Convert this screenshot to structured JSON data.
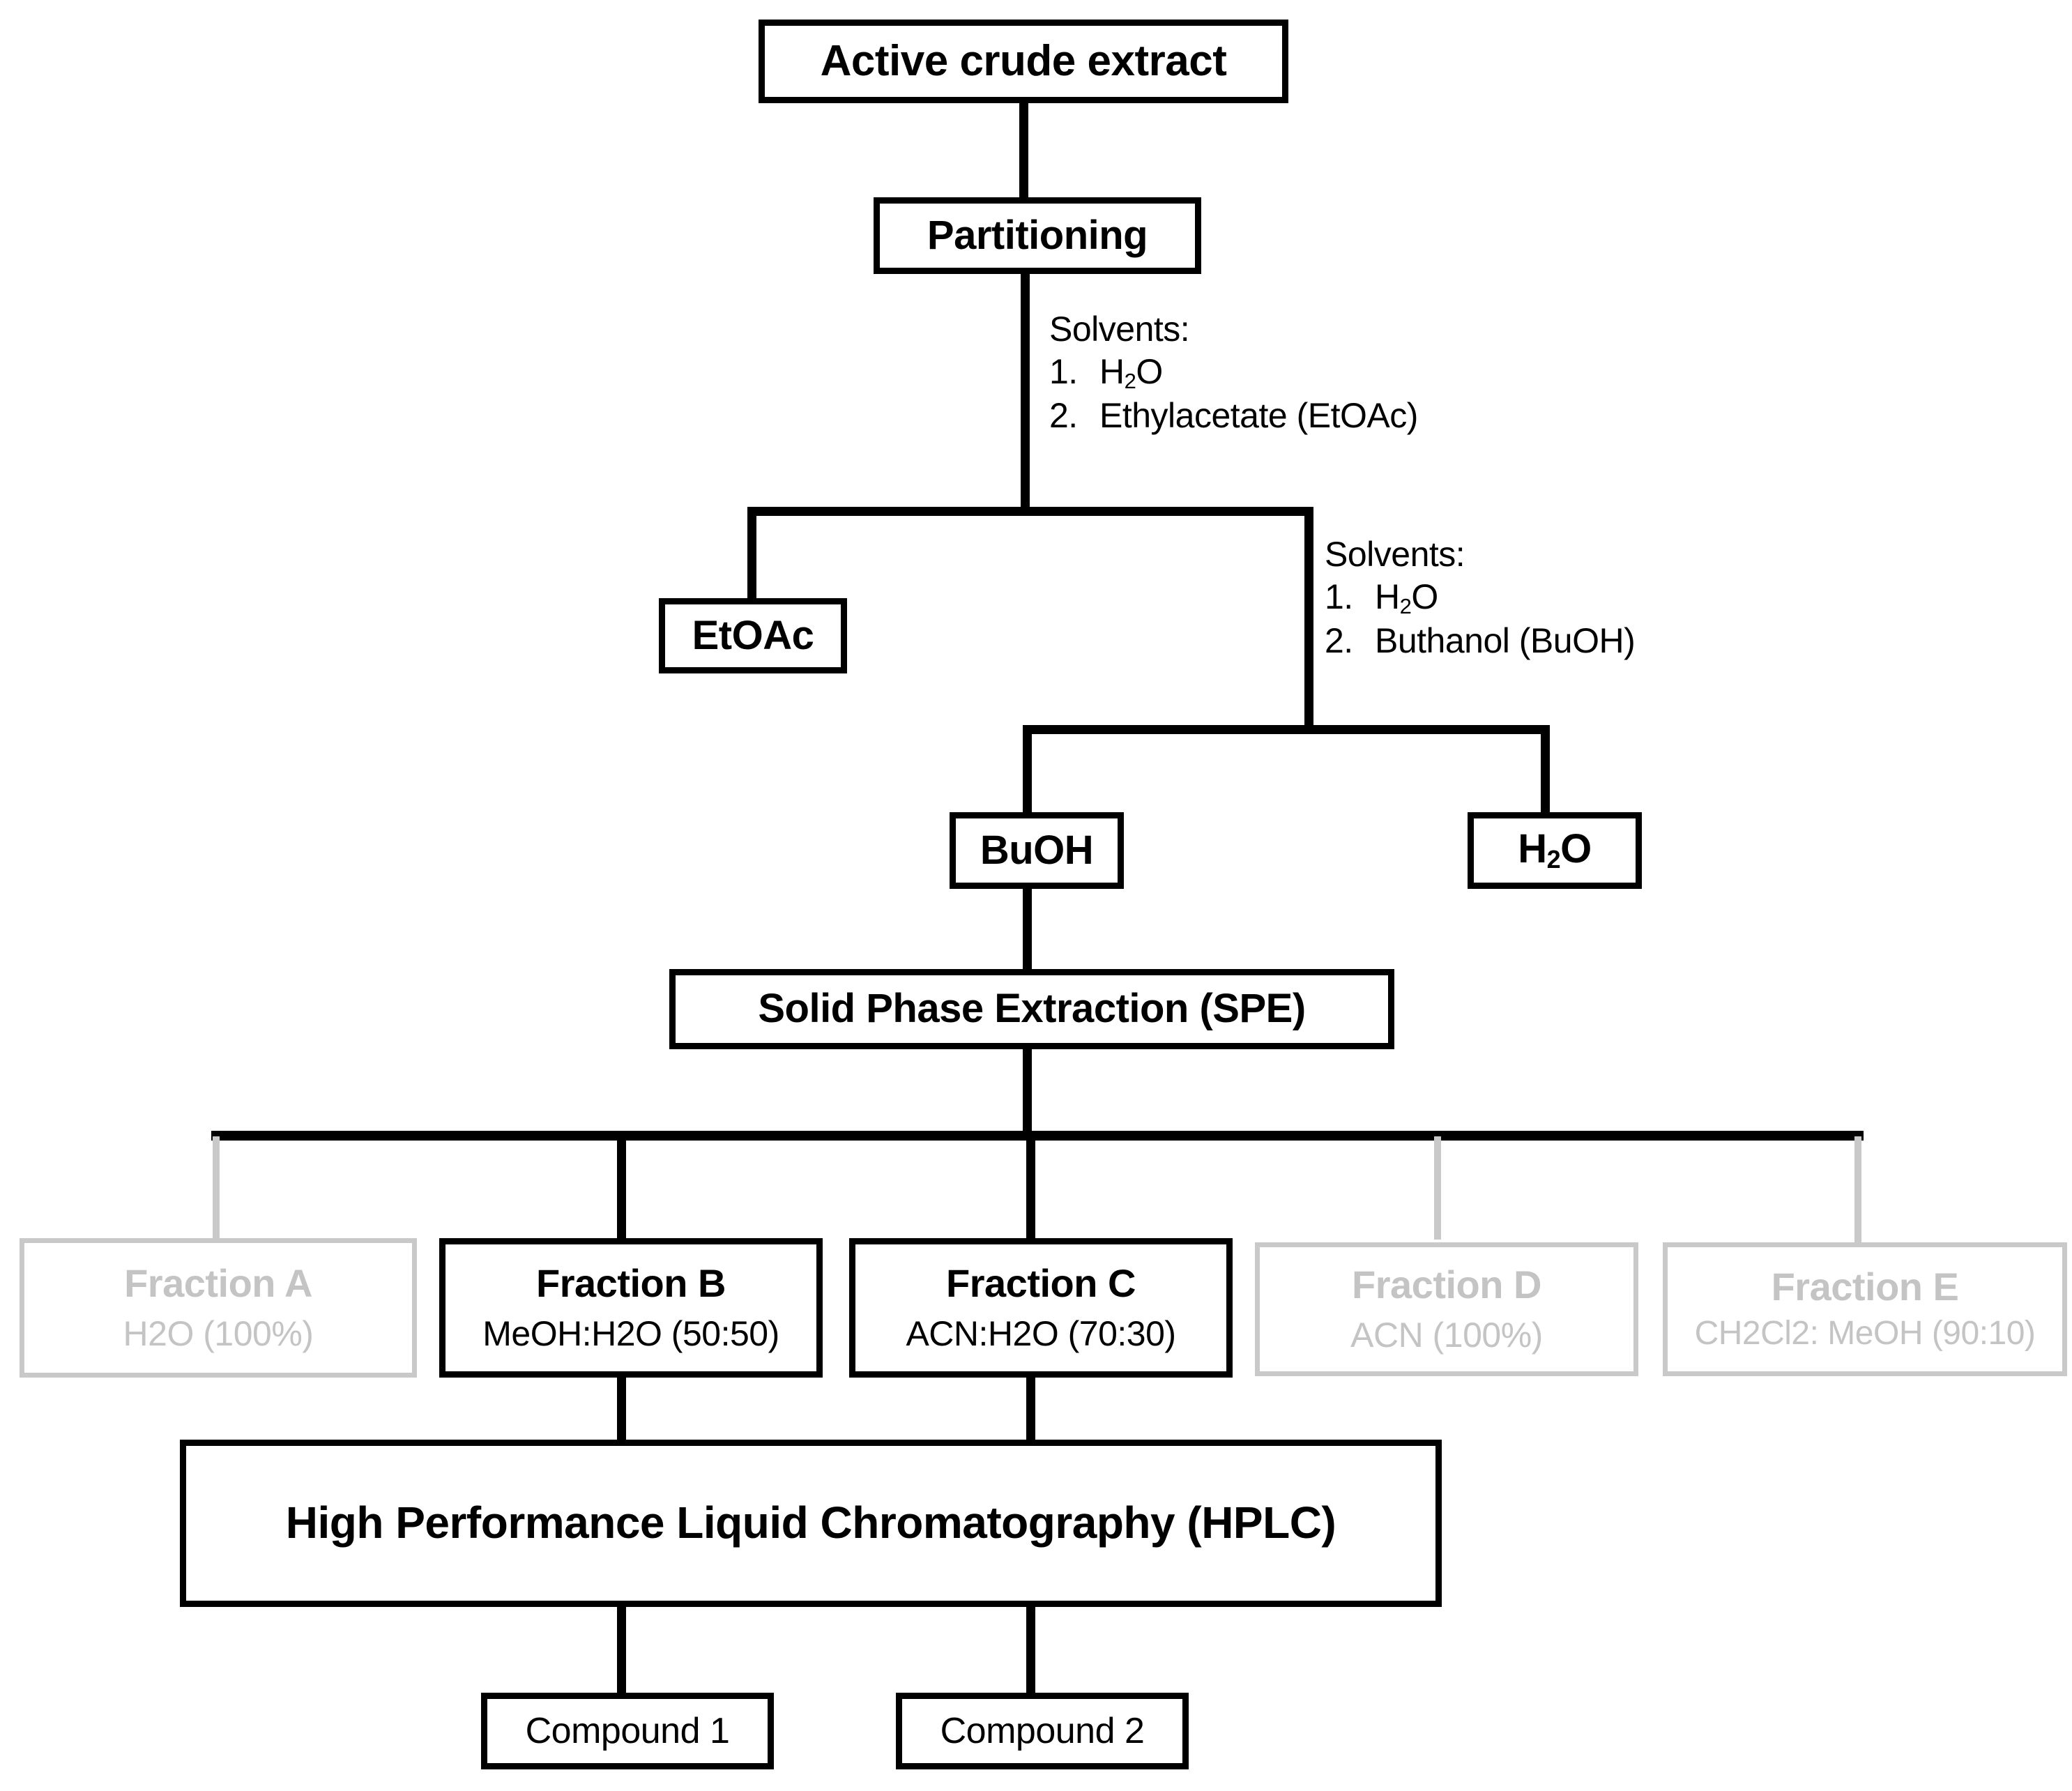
{
  "diagram": {
    "title": "Bioassay-guided isolation flowchart",
    "colors": {
      "active": "#000000",
      "inactive": "#c9c9c9",
      "background": "#ffffff"
    },
    "nodes": {
      "crude_extract": "Active crude extract",
      "partitioning": "Partitioning",
      "etoac": "EtOAc",
      "buoh": "BuOH",
      "water": "H2O",
      "spe": "Solid Phase Extraction (SPE)",
      "hplc": "High Performance Liquid  Chromatography (HPLC)",
      "compound_1": "Compound 1",
      "compound_2": "Compound 2"
    },
    "notes": {
      "partition_1": {
        "heading": "Solvents:",
        "items": [
          {
            "num": "1.",
            "text": "H2O"
          },
          {
            "num": "2.",
            "text": "Ethylacetate (EtOAc)"
          }
        ]
      },
      "partition_2": {
        "heading": "Solvents:",
        "items": [
          {
            "num": "1.",
            "text": "H2O"
          },
          {
            "num": "2.",
            "text": "Buthanol (BuOH)"
          }
        ]
      }
    },
    "fractions": [
      {
        "id": "a",
        "title": "Fraction A",
        "solvent": "H2O (100%)",
        "state": "inactive"
      },
      {
        "id": "b",
        "title": "Fraction B",
        "solvent": "MeOH:H2O (50:50)",
        "state": "active"
      },
      {
        "id": "c",
        "title": "Fraction C",
        "solvent": "ACN:H2O (70:30)",
        "state": "active"
      },
      {
        "id": "d",
        "title": "Fraction D",
        "solvent": "ACN (100%)",
        "state": "inactive"
      },
      {
        "id": "e",
        "title": "Fraction E",
        "solvent": "CH2Cl2: MeOH (90:10)",
        "state": "inactive"
      }
    ]
  }
}
